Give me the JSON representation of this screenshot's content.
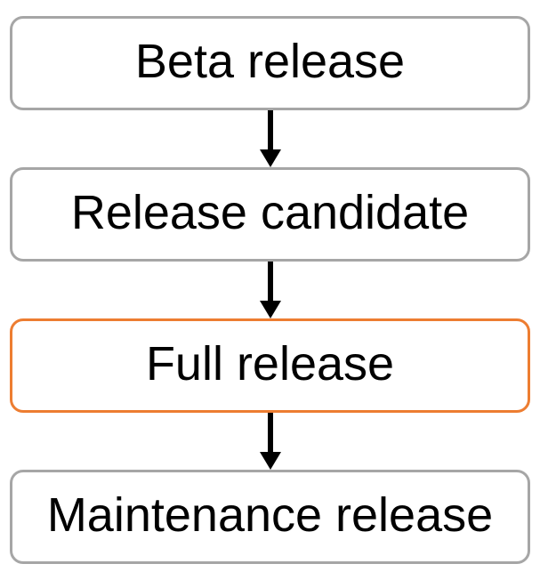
{
  "diagram": {
    "type": "flowchart",
    "direction": "top-down",
    "nodes": [
      {
        "label": "Beta release",
        "highlighted": false
      },
      {
        "label": "Release candidate",
        "highlighted": false
      },
      {
        "label": "Full release",
        "highlighted": true
      },
      {
        "label": "Maintenance release",
        "highlighted": false
      }
    ],
    "connectors": [
      {
        "from": "Beta release",
        "to": "Release candidate",
        "style": "arrow-down"
      },
      {
        "from": "Release candidate",
        "to": "Full release",
        "style": "arrow-down"
      },
      {
        "from": "Full release",
        "to": "Maintenance release",
        "style": "arrow-down"
      }
    ],
    "colors": {
      "box_border": "#a6a6a6",
      "highlight_border": "#ed7d31",
      "arrow": "#000000",
      "box_fill": "#ffffff",
      "text": "#000000"
    }
  }
}
